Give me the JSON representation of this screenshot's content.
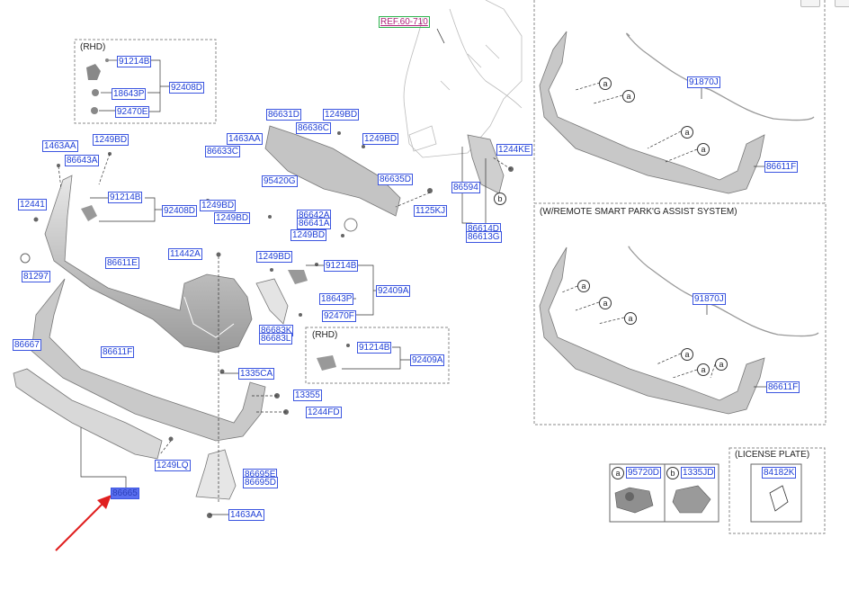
{
  "reference": "REF.60-710",
  "notes": {
    "rhd_top": "(RHD)",
    "rhd_mid": "(RHD)",
    "remote_assist": "(W/REMOTE SMART PARK'G ASSIST SYSTEM)",
    "license_plate": "(LICENSE PLATE)"
  },
  "callouts": {
    "a": "a",
    "b": "b"
  },
  "parts": {
    "p91214B_a": "91214B",
    "p92408D_a": "92408D",
    "p18643P_a": "18643P",
    "p92470E_a": "92470E",
    "p1463AA_a": "1463AA",
    "p1249BD_a": "1249BD",
    "p86643A": "86643A",
    "p12441": "12441",
    "p91214B_b": "91214B",
    "p92408D_b": "92408D",
    "p81297": "81297",
    "p86611E": "86611E",
    "p86631D": "86631D",
    "p1249BD_b": "1249BD",
    "p86636C": "86636C",
    "p1463AA_b": "1463AA",
    "p86633C": "86633C",
    "p1249BD_c": "1249BD",
    "p95420G": "95420G",
    "p86635D": "86635D",
    "p1249BD_d": "1249BD",
    "p1249BD_e": "1249BD",
    "p86642A": "86642A",
    "p86641A": "86641A",
    "p1249BD_f": "1249BD",
    "p1125KJ": "1125KJ",
    "p86594": "86594",
    "p86614D": "86614D",
    "p86613G": "86613G",
    "p1244KE": "1244KE",
    "p11442A": "11442A",
    "p1249BD_g": "1249BD",
    "p91214B_c": "91214B",
    "p92409A_a": "92409A",
    "p18643P_b": "18643P",
    "p92470F": "92470F",
    "p86683K": "86683K",
    "p86683L": "86683L",
    "p91214B_d": "91214B",
    "p92409A_b": "92409A",
    "p86667": "86667",
    "p86611F_a": "86611F",
    "p1335CA": "1335CA",
    "p13355": "13355",
    "p1244FD": "1244FD",
    "p1249LQ": "1249LQ",
    "p86665": "86665",
    "p86695E": "86695E",
    "p86695D": "86695D",
    "p1463AA_c": "1463AA",
    "p91870J_a": "91870J",
    "p86611F_b": "86611F",
    "p91870J_b": "91870J",
    "p86611F_c": "86611F",
    "p95720D": "95720D",
    "p1335JD": "1335JD",
    "p84182K": "84182K"
  },
  "colors": {
    "label_blue": "#1f3fd6",
    "highlight": "#5a6ff0",
    "arrow_red": "#e02020",
    "ref_magenta": "#b0207a"
  }
}
